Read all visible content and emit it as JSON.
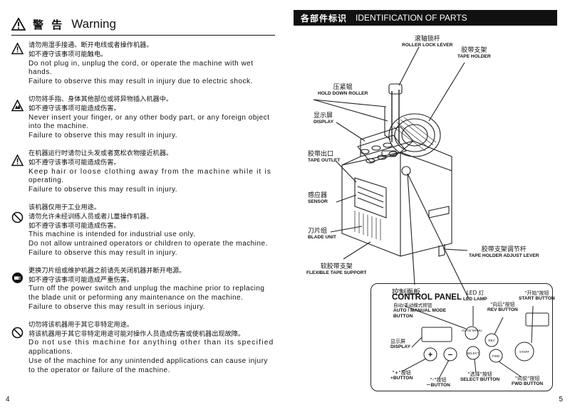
{
  "left_page": {
    "page_number": "4",
    "header": {
      "title_cn": "警 告",
      "title_en": "Warning"
    },
    "warnings": [
      {
        "icon": "warning-triangle-icon",
        "lines_cn": [
          "请勿用湿手接通、断开电线或者操作机器。",
          "如不遵守该事项可能触电。"
        ],
        "lines_en": [
          "Do not plug in, unplug the cord, or operate the machine with wet",
          "hands.",
          "Failure to observe this may result in injury due to electric shock."
        ]
      },
      {
        "icon": "hand-hazard-icon",
        "lines_cn": [
          "切勿将手指、身体其他部位或将异物插入机器中。",
          "如不遵守该事项可能造成伤害。"
        ],
        "lines_en": [
          "Never insert your finger, or any other body part, or any foreign object",
          "into the machine.",
          "Failure to observe this may result in injury."
        ]
      },
      {
        "icon": "warning-triangle-icon",
        "lines_cn": [
          "在机器运行时请勿让头发或者宽松衣物接近机器。",
          "如不遵守该事项可能造成伤害。"
        ],
        "lines_en": [
          "Keep hair or loose clothing away from the machine while it is",
          "operating.",
          "Failure to observe this may result in injury."
        ]
      },
      {
        "icon": "prohibited-icon",
        "lines_cn": [
          "该机器仅用于工业用途。",
          "请勿允许未经训练人员或者儿童操作机器。",
          "如不遵守该事项可能造成伤害。"
        ],
        "lines_en": [
          "This machine is intended for industrial use only.",
          "Do not allow untrained operators or children to operate the machine.",
          "Failure to observe this may result in injury."
        ]
      },
      {
        "icon": "unplug-icon",
        "lines_cn": [
          "更换刀片组或维护机器之前请先关闭机器并断开电源。",
          "如不遵守该事项可能造成严重伤害。"
        ],
        "lines_en": [
          "Turn off the power switch and unplug the machine prior to replacing",
          "the blade unit or peforming any maintenance on the machine.",
          "Failure to observe this may result in serious injury."
        ]
      },
      {
        "icon": "prohibited-icon",
        "lines_cn": [
          "切勿将该机器用于其它非特定用途。",
          "将该机器用于其它非特定用途可能对操作人员造成伤害或使机器出现故障。"
        ],
        "lines_en": [
          "Do not use this machine for anything other than its specified",
          "applications.",
          "Use of the machine for any unintended applications can cause injury",
          "to the operator or failure of the machine."
        ]
      }
    ]
  },
  "right_page": {
    "page_number": "5",
    "header": {
      "title_cn": "各部件标识",
      "title_en": "IDENTIFICATION OF PARTS"
    },
    "parts": {
      "roller_lock_lever": {
        "cn": "滚轴锁杆",
        "en": "ROLLER LOCK LEVER"
      },
      "tape_holder": {
        "cn": "胶带支架",
        "en": "TAPE HOLDER"
      },
      "hold_down_roller": {
        "cn": "压紧辊",
        "en": "HOLD DOWN ROLLER"
      },
      "display": {
        "cn": "显示屏",
        "en": "DISPLAY"
      },
      "tape_outlet": {
        "cn": "胶带出口",
        "en": "TAPE OUTLET"
      },
      "sensor": {
        "cn": "感应器",
        "en": "SENSOR"
      },
      "blade_unit": {
        "cn": "刀片组",
        "en": "BLADE UNIT"
      },
      "flexible_tape_support": {
        "cn": "软胶带支架",
        "en": "FLEXIBLE TAPE SUPPORT"
      },
      "tape_holder_adjust_lever": {
        "cn": "胶带支架调节杆",
        "en": "TAPE HOLDER ADJUST LEVER"
      }
    },
    "control_panel": {
      "title_cn": "控制面板",
      "title_en": "CONTROL PANEL",
      "auto_manual": {
        "cn": "自动/手动模式按钮",
        "en1": "AUTO / MANUAL MODE",
        "en2": "BUTTON"
      },
      "led_lamp": {
        "cn": "LED 灯",
        "en": "LED LAMP"
      },
      "rev_button": {
        "cn": "\"向后\"按钮",
        "en": "REV BUTTON"
      },
      "start_button": {
        "cn": "\"开始\"按钮",
        "en": "START BUTTON"
      },
      "display": {
        "cn": "显示屏",
        "en": "DISPLAY"
      },
      "plus_button": {
        "cn": "\"+\"按钮",
        "en": "+BUTTON"
      },
      "minus_button": {
        "cn": "\"-\"按钮",
        "en": "－BUTTON"
      },
      "select_button": {
        "cn": "\"选择\"按钮",
        "en": "SELECT BUTTON"
      },
      "fwd_button": {
        "cn": "\"向前\"按钮",
        "en": "FWD BUTTON"
      },
      "key_labels": {
        "auto": "AUTO/ MANU",
        "rev": "REV",
        "start": "START",
        "select": "SELECT",
        "fwd": "FWD",
        "plus": "+",
        "minus": "−"
      }
    }
  }
}
